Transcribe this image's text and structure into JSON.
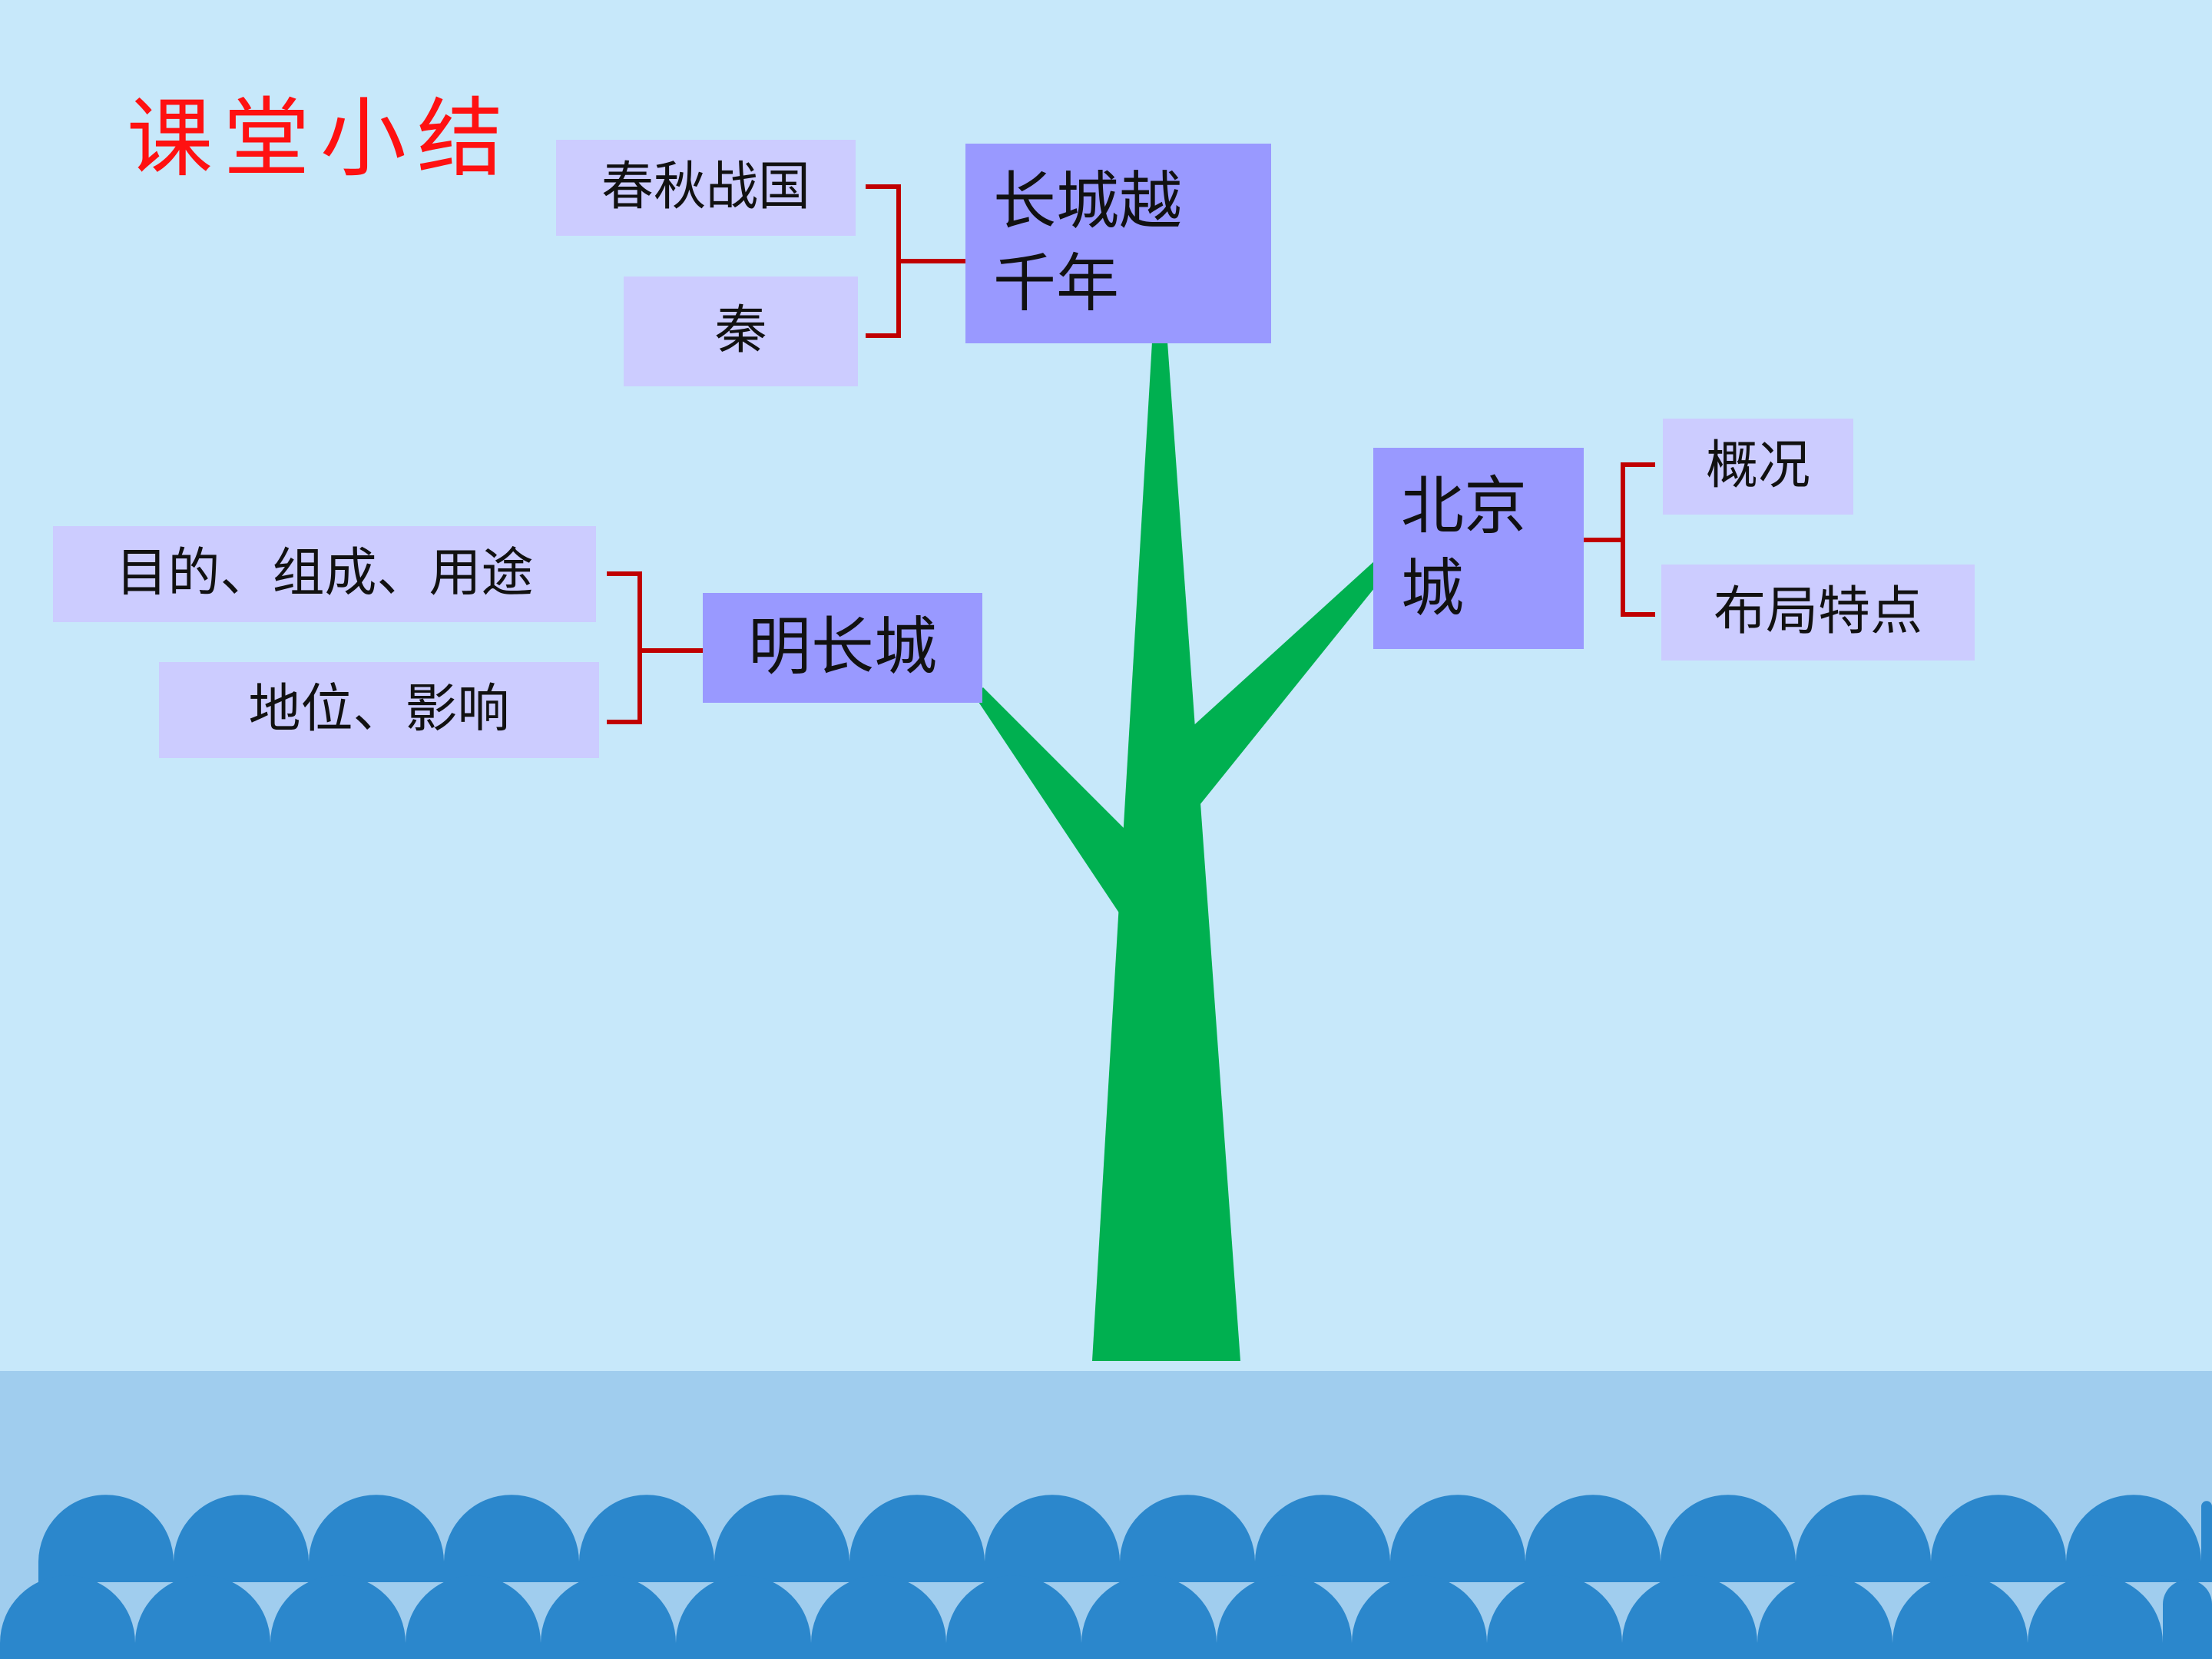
{
  "title": "课堂小结",
  "root": {
    "label": "长城越\n千年"
  },
  "branches": [
    {
      "label": "明长城",
      "items": [
        "目的、组成、用途",
        "地位、影响"
      ]
    },
    {
      "label": "北京\n城",
      "items": [
        "概况",
        "布局特点"
      ]
    }
  ],
  "root_items": [
    "春秋战国",
    "秦"
  ],
  "colors": {
    "background": "#c7e8fa",
    "ground": "#a0cdee",
    "waves": "#2b87cc",
    "tree": "#00b050",
    "main_box": "#9999ff",
    "sub_box": "#ccccff",
    "bracket": "#c00000",
    "title": "#ff1111"
  }
}
